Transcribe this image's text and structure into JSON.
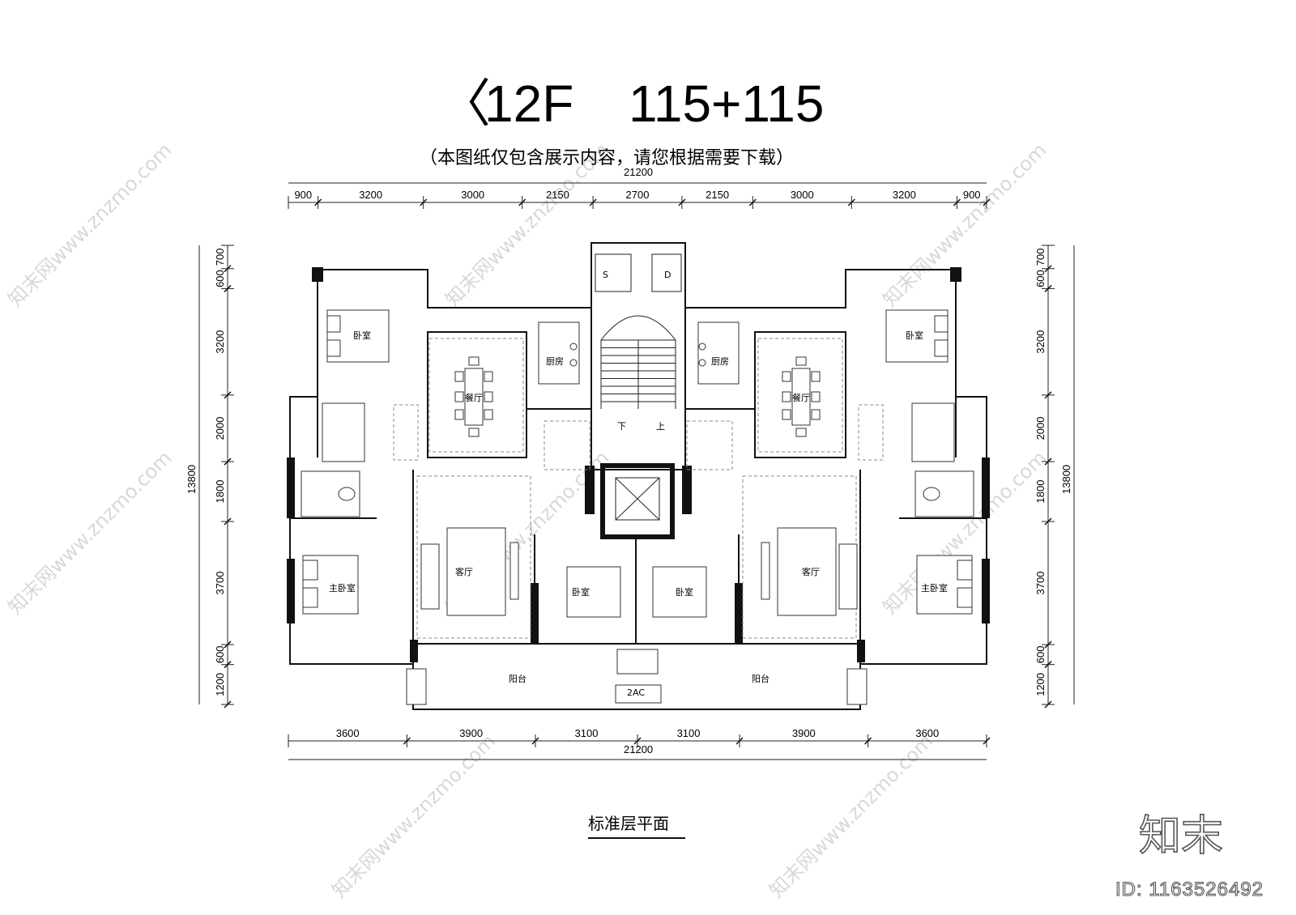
{
  "title": {
    "marker": "〈",
    "main": "12F",
    "units": "115+115"
  },
  "subtitle": "（本图纸仅包含展示内容，请您根据需要下载）",
  "dimensions": {
    "top_total": "21200",
    "top_segments": [
      "900",
      "3200",
      "3000",
      "2150",
      "2700",
      "2150",
      "3000",
      "3200",
      "900"
    ],
    "bottom_total": "21200",
    "bottom_segments": [
      "3600",
      "3900",
      "3100",
      "3100",
      "3900",
      "3600"
    ],
    "left_total": "13800",
    "left_segments": [
      "700",
      "600",
      "3200",
      "2000",
      "1800",
      "3700",
      "600",
      "1200"
    ],
    "right_total": "13800",
    "right_segments": [
      "700",
      "600",
      "3200",
      "2000",
      "1800",
      "3700",
      "600",
      "1200"
    ]
  },
  "rooms": {
    "bedroom": "卧室",
    "master_bedroom": "主卧室",
    "kitchen": "厨房",
    "dining": "餐厅",
    "living": "客厅",
    "balcony": "阳台",
    "shaft_s": "S",
    "shaft_d": "D",
    "ac": "2AC",
    "stair_down": "下",
    "stair_up": "上"
  },
  "plan_title": "标准层平面",
  "brand": {
    "logo": "知末",
    "id": "ID: 1163526492"
  },
  "watermark": "知末网www.znzmo.com"
}
